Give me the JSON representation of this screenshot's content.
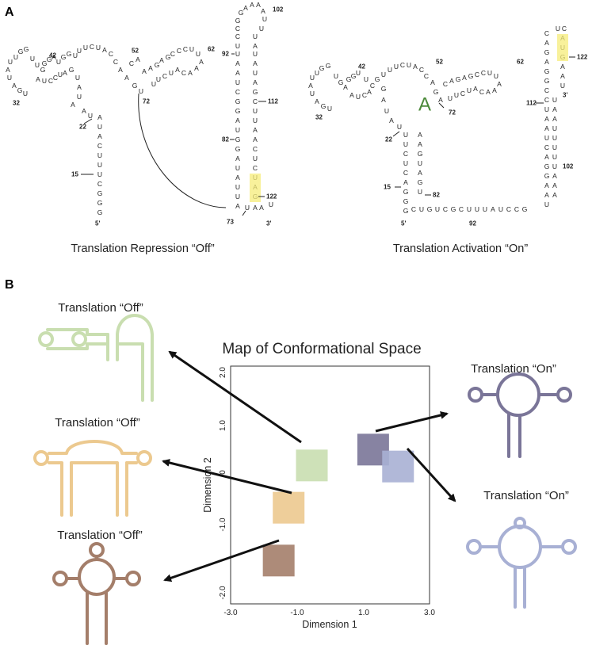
{
  "panel_a": {
    "label": "A",
    "left": {
      "caption": "Translation Repression “Off”",
      "numbers": [
        "42",
        "52",
        "62",
        "32",
        "92",
        "102",
        "22",
        "72",
        "112",
        "82",
        "15",
        "122",
        "73",
        "3'",
        "5'"
      ]
    },
    "right": {
      "caption": "Translation Activation “On”",
      "numbers": [
        "42",
        "52",
        "62",
        "32",
        "72",
        "112",
        "122",
        "3'",
        "22",
        "102",
        "15",
        "82",
        "5'",
        "92"
      ],
      "ligand": "A"
    }
  },
  "panel_b": {
    "label": "B",
    "map_title": "Map of Conformational Space",
    "x_axis_label": "Dimension 1",
    "y_axis_label": "Dimension 2",
    "x_ticks": [
      "-3.0",
      "-1.0",
      "1.0",
      "3.0"
    ],
    "y_ticks": [
      "2.0",
      "1.0",
      "0",
      "-1.0",
      "-2.0"
    ],
    "states": [
      {
        "id": "off-green",
        "label": "Translation “Off”",
        "color": "#c9deb0"
      },
      {
        "id": "off-orange",
        "label": "Translation “Off”",
        "color": "#ecc98f"
      },
      {
        "id": "off-brown",
        "label": "Translation “Off”",
        "color": "#a47e6a"
      },
      {
        "id": "on-purple",
        "label": "Translation “On”",
        "color": "#7a7598"
      },
      {
        "id": "on-lavender",
        "label": "Translation “On”",
        "color": "#a8b0d4"
      }
    ],
    "clusters": [
      {
        "state": "off-green",
        "d1": -0.55,
        "d2": 0.42
      },
      {
        "state": "off-orange",
        "d1": -1.25,
        "d2": -0.38
      },
      {
        "state": "off-brown",
        "d1": -1.55,
        "d2": -1.38
      },
      {
        "state": "on-purple",
        "d1": 1.3,
        "d2": 0.72
      },
      {
        "state": "on-lavender",
        "d1": 2.05,
        "d2": 0.4
      }
    ]
  }
}
